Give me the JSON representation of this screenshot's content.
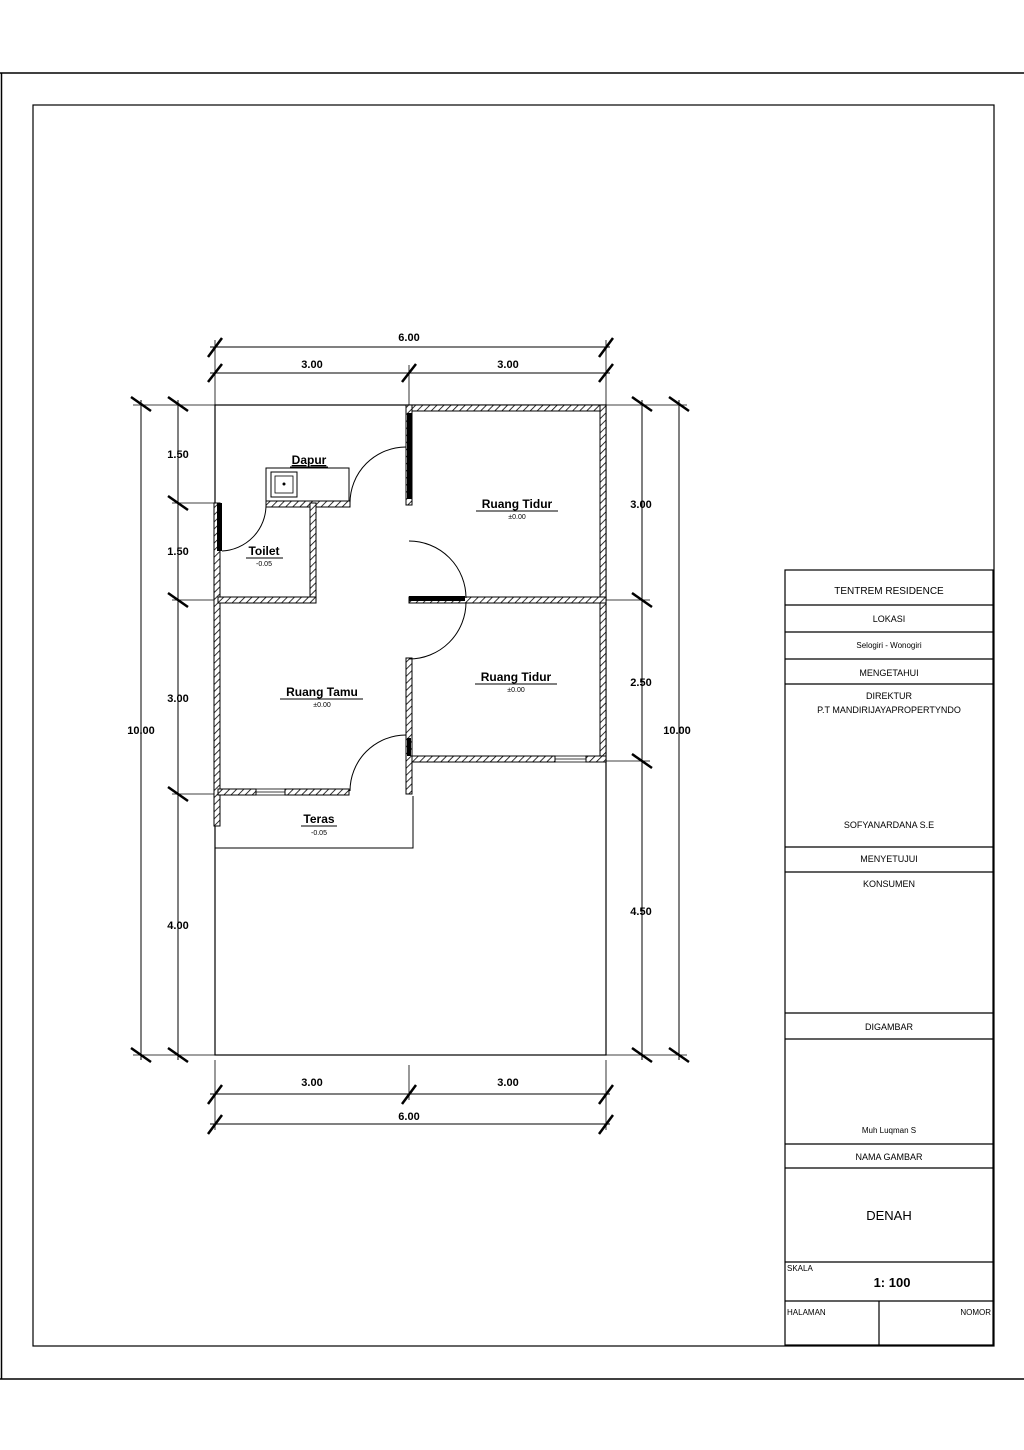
{
  "dimensions": {
    "top_total": "6.00",
    "top_left": "3.00",
    "top_right": "3.00",
    "bottom_left": "3.00",
    "bottom_right": "3.00",
    "bottom_total": "6.00",
    "left_total": "10.00",
    "left_1": "1.50",
    "left_2": "1.50",
    "left_3": "3.00",
    "left_4": "4.00",
    "right_total": "10.00",
    "right_1": "3.00",
    "right_2": "2.50",
    "right_3": "4.50"
  },
  "rooms": {
    "dapur": "Dapur",
    "toilet": "Toilet",
    "toilet_level": "-0.05",
    "ruang_tidur_1": "Ruang Tidur",
    "ruang_tidur_1_level": "±0.00",
    "ruang_tidur_2": "Ruang Tidur",
    "ruang_tidur_2_level": "±0.00",
    "ruang_tamu": "Ruang Tamu",
    "ruang_tamu_level": "±0.00",
    "teras": "Teras",
    "teras_level": "-0.05"
  },
  "title_block": {
    "project": "TENTREM RESIDENCE",
    "lokasi_label": "LOKASI",
    "lokasi_value": "Selogiri - Wonogiri",
    "mengetahui_label": "MENGETAHUI",
    "direktur_title": "DIREKTUR",
    "company": "P.T MANDIRIJAYAPROPERTYNDO",
    "director_name": "SOFYANARDANA S.E",
    "menyetujui_label": "MENYETUJUI",
    "konsumen_label": "KONSUMEN",
    "digambar_label": "DIGAMBAR",
    "drafter_name": "Muh Luqman S",
    "nama_gambar_label": "NAMA GAMBAR",
    "nama_gambar_value": "DENAH",
    "skala_label": "SKALA",
    "skala_value": "1:  100",
    "halaman_label": "HALAMAN",
    "nomor_label": "NOMOR"
  }
}
